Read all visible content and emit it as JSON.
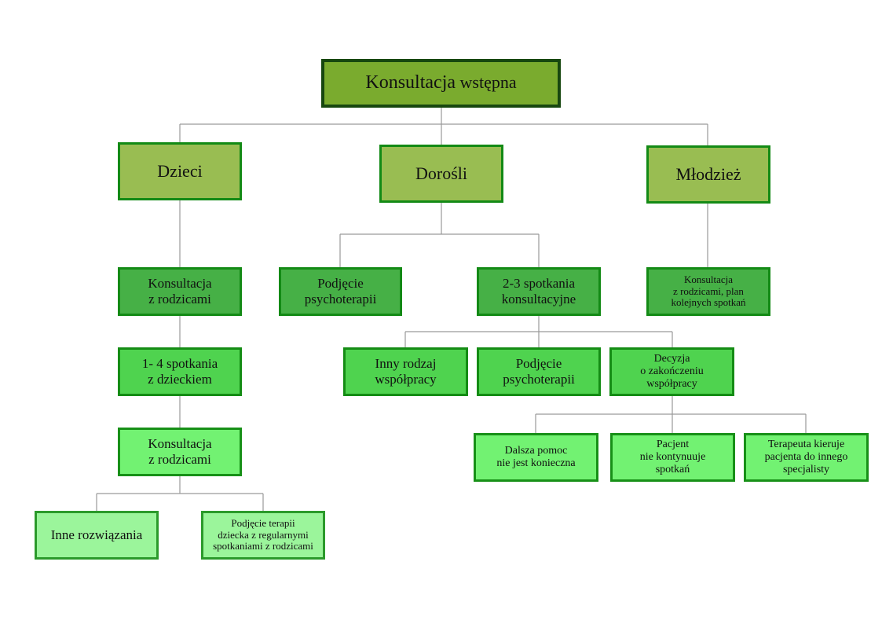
{
  "colors": {
    "root_fill": "#7aab2e",
    "level1_fill": "#99bd52",
    "level2_fill": "#46b046",
    "level3_fill": "#4fd34f",
    "level4_fill": "#72f272",
    "level5_fill": "#9bf59b",
    "border": "#138a15",
    "connector": "#9a9a9a"
  },
  "root": {
    "label_main": "Konsultacja",
    "label_rest": " wstępna"
  },
  "branches": {
    "children": {
      "label": "Dzieci",
      "step1": "Konsultacja\nz rodzicami",
      "step2": "1- 4 spotkania\nz dzieckiem",
      "step3": "Konsultacja\nz rodzicami",
      "outcome_a": "Inne rozwiązania",
      "outcome_b": "Podjęcie terapii\ndziecka z regularnymi\nspotkaniami z rodzicami"
    },
    "adults": {
      "label": "Dorośli",
      "option_a": "Podjęcie\npsychoterapii",
      "option_b": "2-3 spotkania\nkonsultacyjne",
      "sub_a": "Inny rodzaj\nwspółpracy",
      "sub_b": "Podjęcie\npsychoterapii",
      "sub_c": "Decyzja\no zakończeniu\nwspółpracy",
      "end_a": "Dalsza pomoc\nnie jest konieczna",
      "end_b": "Pacjent\nnie kontynuuje\nspotkań",
      "end_c": "Terapeuta kieruje\npacjenta do innego\nspecjalisty"
    },
    "youth": {
      "label": "Młodzież",
      "step1": "Konsultacja\nz rodzicami, plan\nkolejnych spotkań"
    }
  }
}
